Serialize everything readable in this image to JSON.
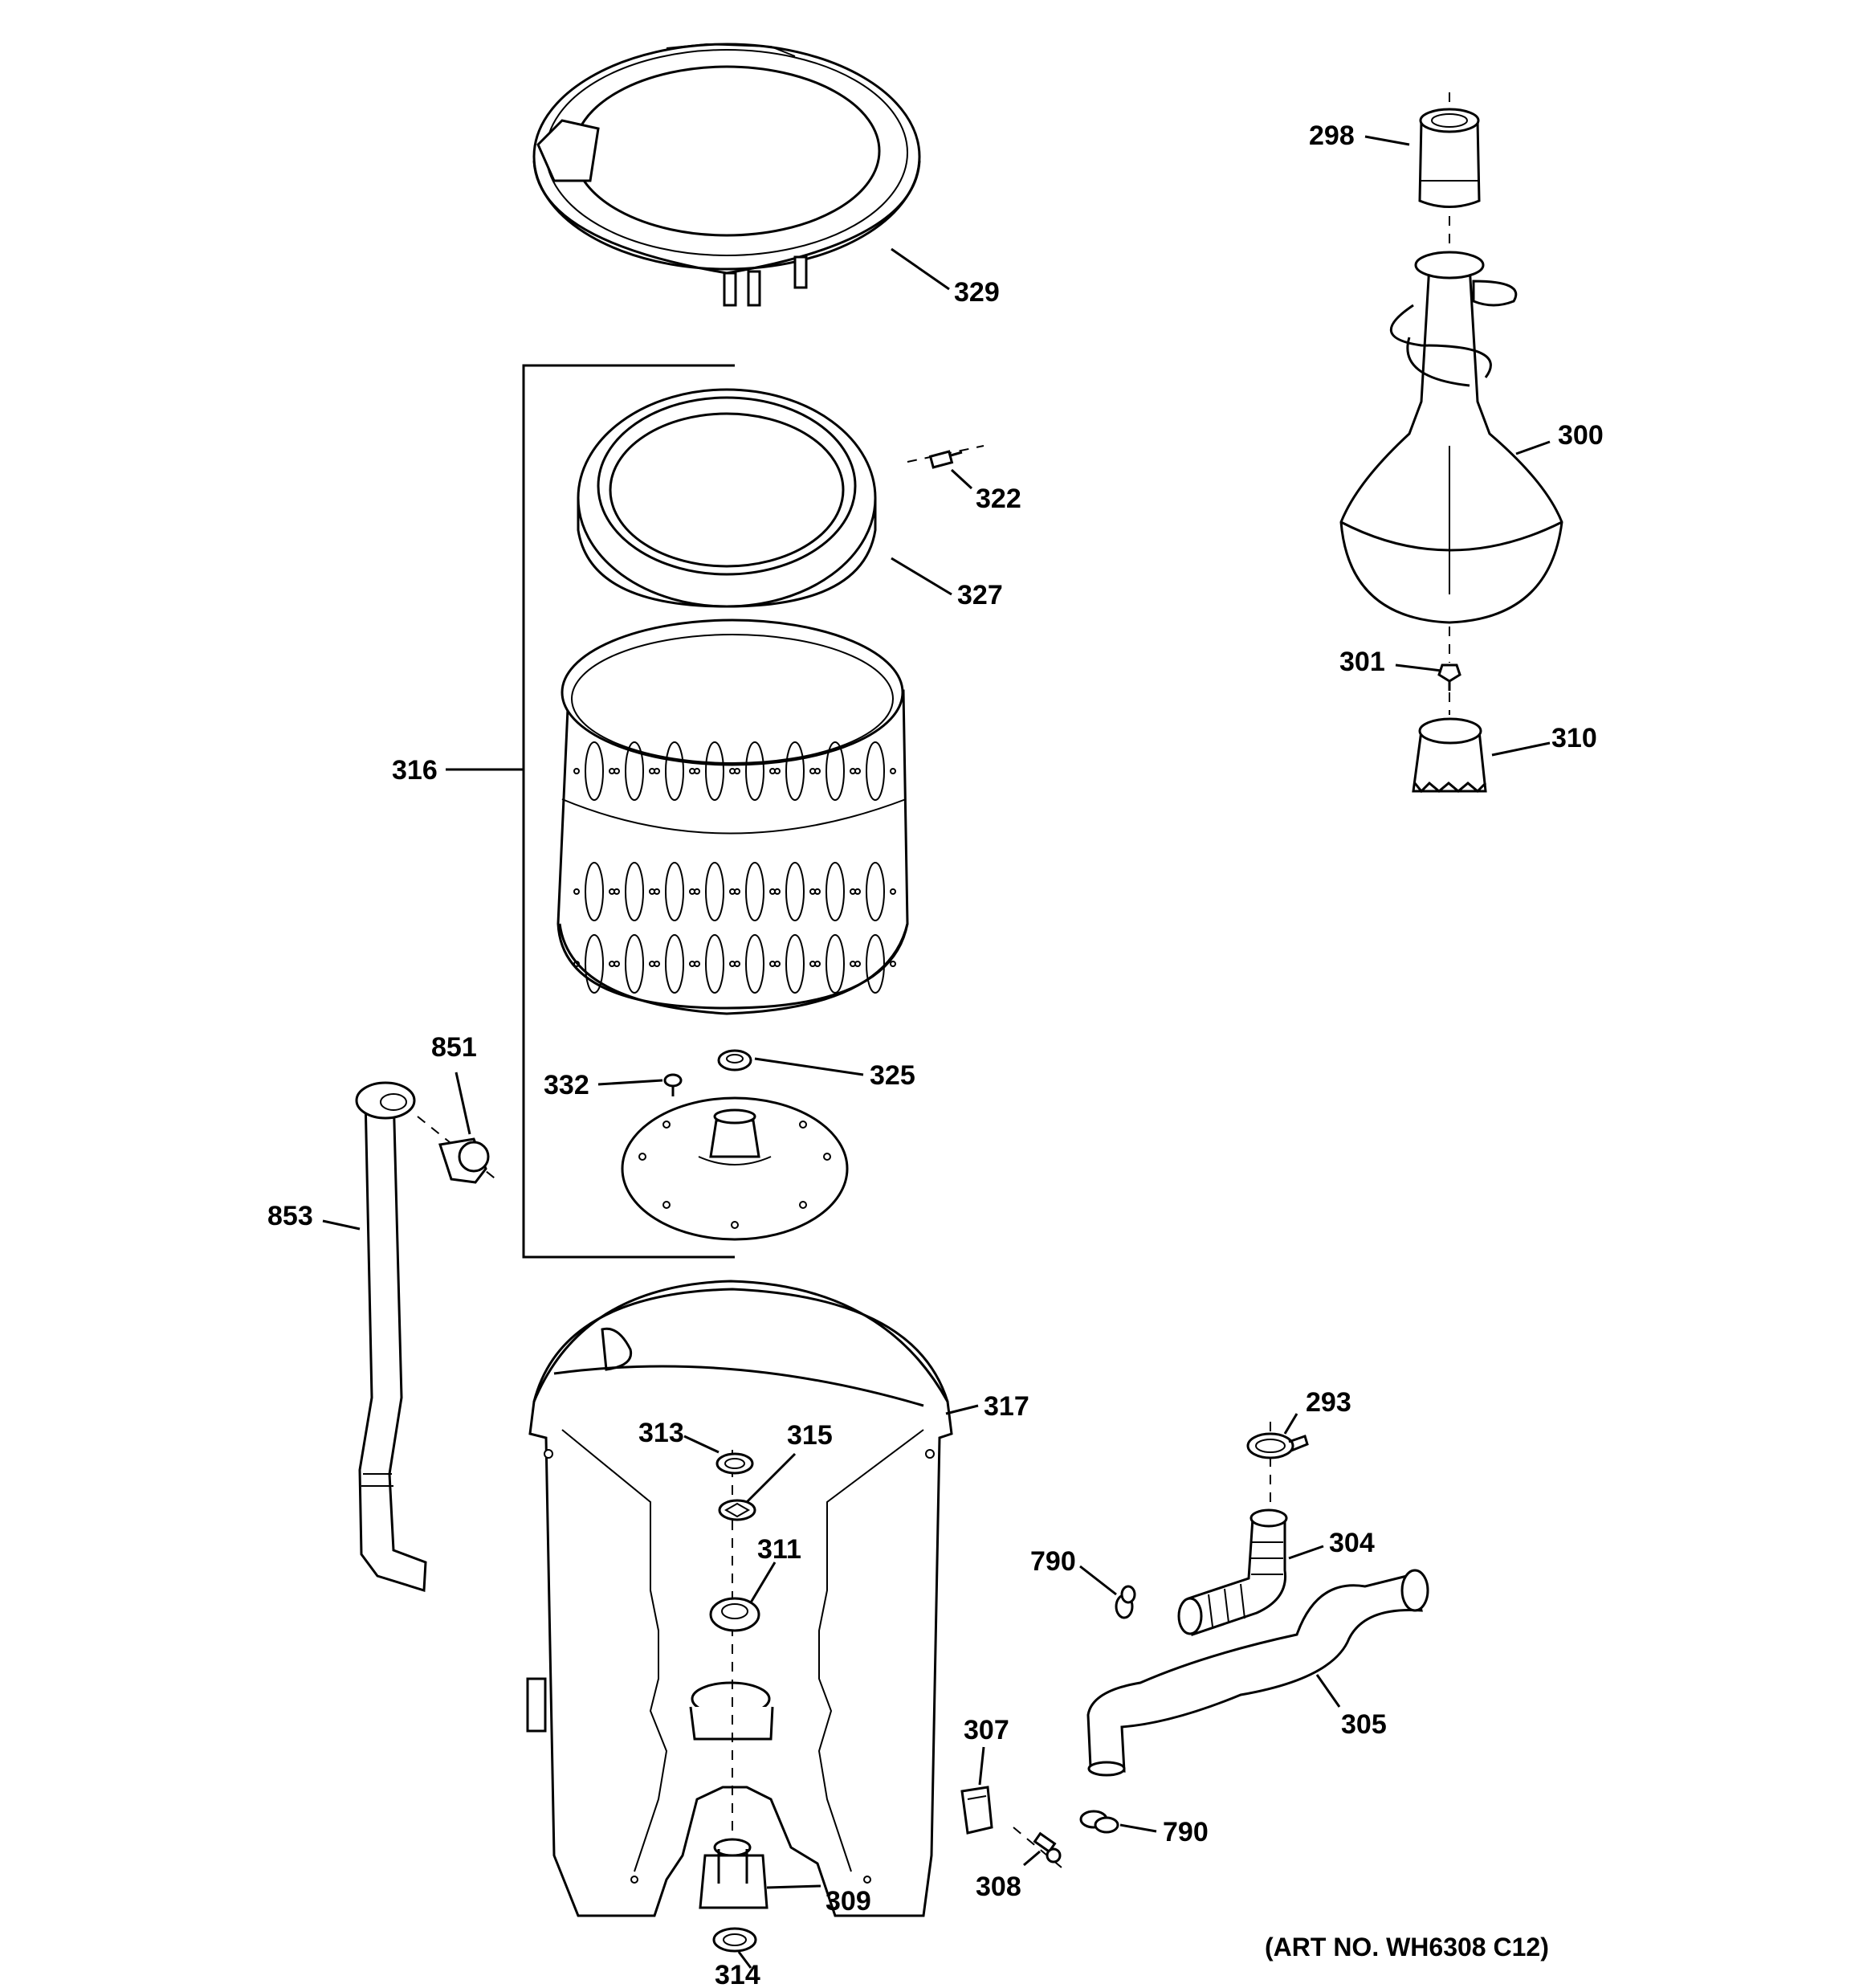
{
  "diagram": {
    "art_number": "(ART NO. WH6308 C12)",
    "labels": {
      "p298": "298",
      "p300": "300",
      "p301": "301",
      "p310": "310",
      "p329": "329",
      "p322": "322",
      "p327": "327",
      "p316": "316",
      "p851": "851",
      "p332": "332",
      "p325": "325",
      "p853": "853",
      "p317": "317",
      "p313": "313",
      "p315": "315",
      "p311": "311",
      "p293": "293",
      "p304": "304",
      "p790a": "790",
      "p305": "305",
      "p307": "307",
      "p790b": "790",
      "p308": "308",
      "p309": "309",
      "p314": "314"
    }
  }
}
